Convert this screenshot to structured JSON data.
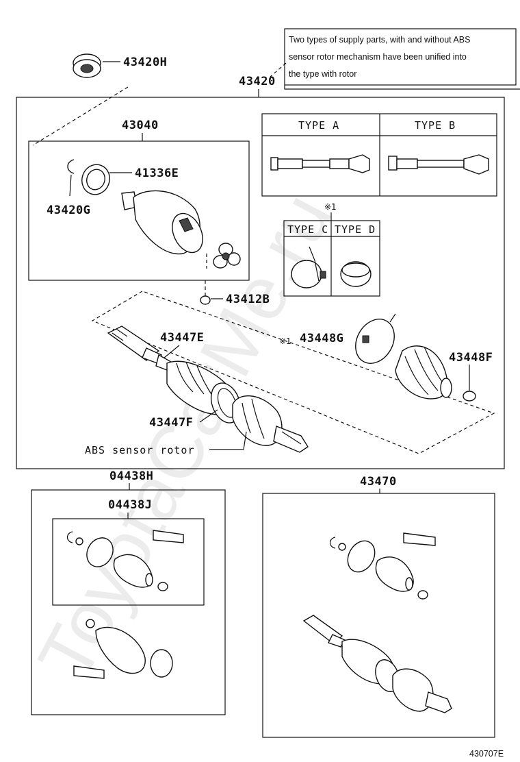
{
  "note": {
    "lines": [
      "Two types of supply parts, with and without ABS",
      "sensor rotor mechanism have been unified into",
      "the type with rotor"
    ]
  },
  "labels": {
    "p43420H": "43420H",
    "p43420": "43420",
    "p43040": "43040",
    "p41336E": "41336E",
    "p43420G": "43420G",
    "p43412B": "43412B",
    "p43447E": "43447E",
    "p43447F": "43447F",
    "p43448G": "43448G",
    "p43448F": "43448F",
    "abs": "ABS sensor rotor",
    "p04438H": "04438H",
    "p04438J": "04438J",
    "p43470": "43470",
    "type_a": "TYPE A",
    "type_b": "TYPE B",
    "type_c": "TYPE C",
    "type_d": "TYPE D",
    "mark1": "※1",
    "mark2": "※1",
    "figure_id": "430707E",
    "watermark": "ToyotaCarMe.ru"
  }
}
